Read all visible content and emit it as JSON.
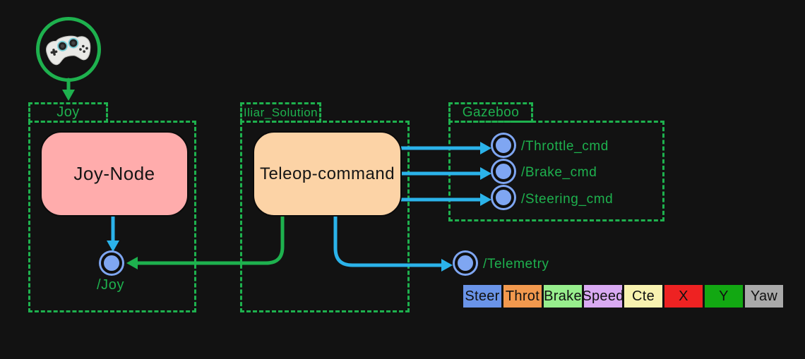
{
  "colors": {
    "background": "#121212",
    "green": "#1eb14e",
    "cyan": "#2bb3ea",
    "topic_blue": "#7fa6f2"
  },
  "icons": {
    "source": "gamepad-icon"
  },
  "groups": {
    "joy": {
      "tab": "Joy"
    },
    "iliar": {
      "tab": "Iliar_Solution"
    },
    "gazeboo": {
      "tab": "Gazeboo"
    }
  },
  "nodes": {
    "joy_node": {
      "label": "Joy-Node",
      "fill": "#ffacac"
    },
    "teleop": {
      "label": "Teleop-command",
      "fill": "#fcd3a6"
    }
  },
  "topics": {
    "joy": "/Joy",
    "throttle": "/Throttle_cmd",
    "brake": "/Brake_cmd",
    "steering": "/Steering_cmd",
    "telemetry": "/Telemetry"
  },
  "legend": {
    "cells": [
      {
        "label": "Steer",
        "color": "#6a94e8"
      },
      {
        "label": "Throt",
        "color": "#f2994e"
      },
      {
        "label": "Brake",
        "color": "#97ee8d"
      },
      {
        "label": "Speed",
        "color": "#d9aaf2"
      },
      {
        "label": "Cte",
        "color": "#f8f2b0"
      },
      {
        "label": "X",
        "color": "#ee2222"
      },
      {
        "label": "Y",
        "color": "#12a812"
      },
      {
        "label": "Yaw",
        "color": "#aaaaaa"
      }
    ]
  }
}
